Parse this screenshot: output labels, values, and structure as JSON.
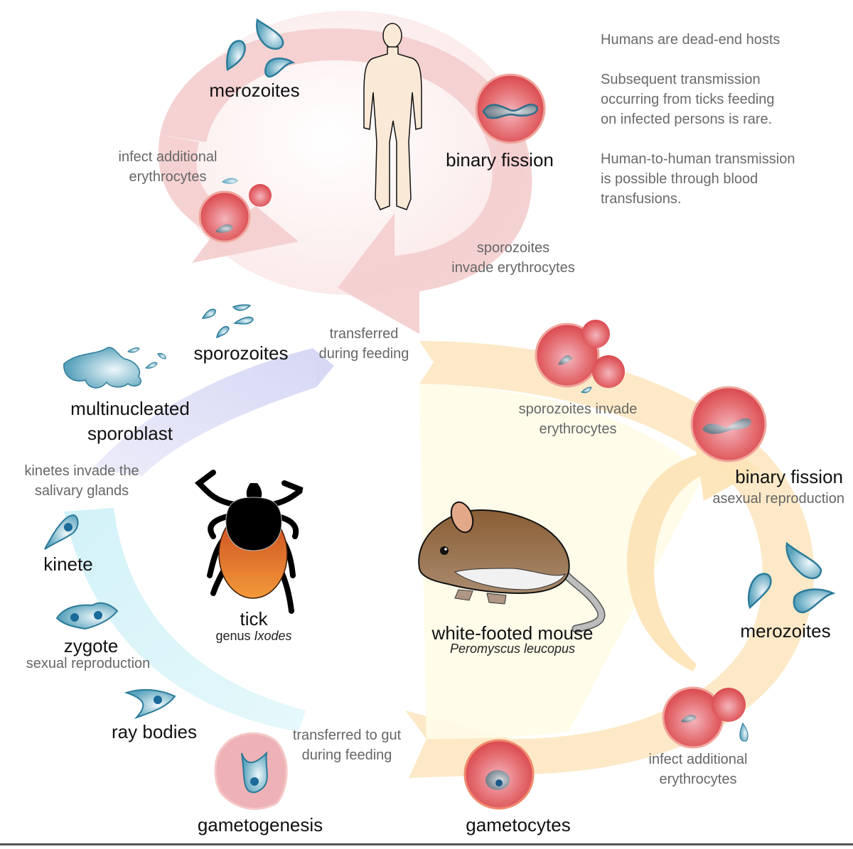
{
  "title": "Babesia microti life cycle",
  "colors": {
    "human_cycle_arrow": "#f4cccc",
    "tick_to_mouse_arrow": "#fde7bf",
    "tick_upper_arrow": "#dcdcf4",
    "tick_lower_arrow": "#d6f3f8",
    "mouse_inner_arrow": "#fdebc8",
    "erythrocyte": "#e05a5a",
    "parasite": "#3a8aa8",
    "stage_text": "#111111",
    "note_text": "#666666"
  },
  "side_notes": [
    "Humans are dead-end hosts",
    "Subsequent transmission occurring from ticks feeding on infected persons is rare.",
    "Human-to-human transmission is possible through blood transfusions."
  ],
  "side_note_lines": {
    "p1": [
      "Humans are dead-end hosts"
    ],
    "p2": [
      "Subsequent transmission",
      "occurring from ticks feeding",
      "on infected persons is rare."
    ],
    "p3": [
      "Human-to-human transmission",
      "is possible through blood",
      "transfusions."
    ]
  },
  "human_cycle": {
    "host_icon": "human-figure-icon",
    "stages": {
      "merozoites": "merozoites",
      "binary_fission": "binary fission"
    },
    "notes": {
      "infect_line1": "infect additional",
      "infect_line2": "erythrocytes",
      "sporozoites_line1": "sporozoites",
      "sporozoites_line2": "invade erythrocytes"
    }
  },
  "tick_cycle": {
    "host": {
      "name": "tick",
      "genus_prefix": "genus",
      "genus": "Ixodes"
    },
    "stages": {
      "sporozoites": "sporozoites",
      "sporoblast_line1": "multinucleated",
      "sporoblast_line2": "sporoblast",
      "kinete": "kinete",
      "zygote": "zygote",
      "zygote_sub": "sexual reproduction",
      "ray_bodies": "ray bodies",
      "gametogenesis": "gametogenesis"
    },
    "notes": {
      "kinetes_line1": "kinetes invade the",
      "kinetes_line2": "salivary glands",
      "transferred_line1": "transferred",
      "transferred_line2": "during feeding",
      "gut_line1": "transferred to gut",
      "gut_line2": "during feeding"
    }
  },
  "mouse_cycle": {
    "host": {
      "name": "white-footed mouse",
      "species": "Peromyscus leucopus"
    },
    "stages": {
      "binary_fission": "binary fission",
      "binary_fission_sub": "asexual reproduction",
      "merozoites": "merozoites",
      "gametocytes": "gametocytes"
    },
    "notes": {
      "sporozoites_line1": "sporozoites invade",
      "sporozoites_line2": "erythrocytes",
      "infect_line1": "infect additional",
      "infect_line2": "erythrocytes"
    }
  }
}
